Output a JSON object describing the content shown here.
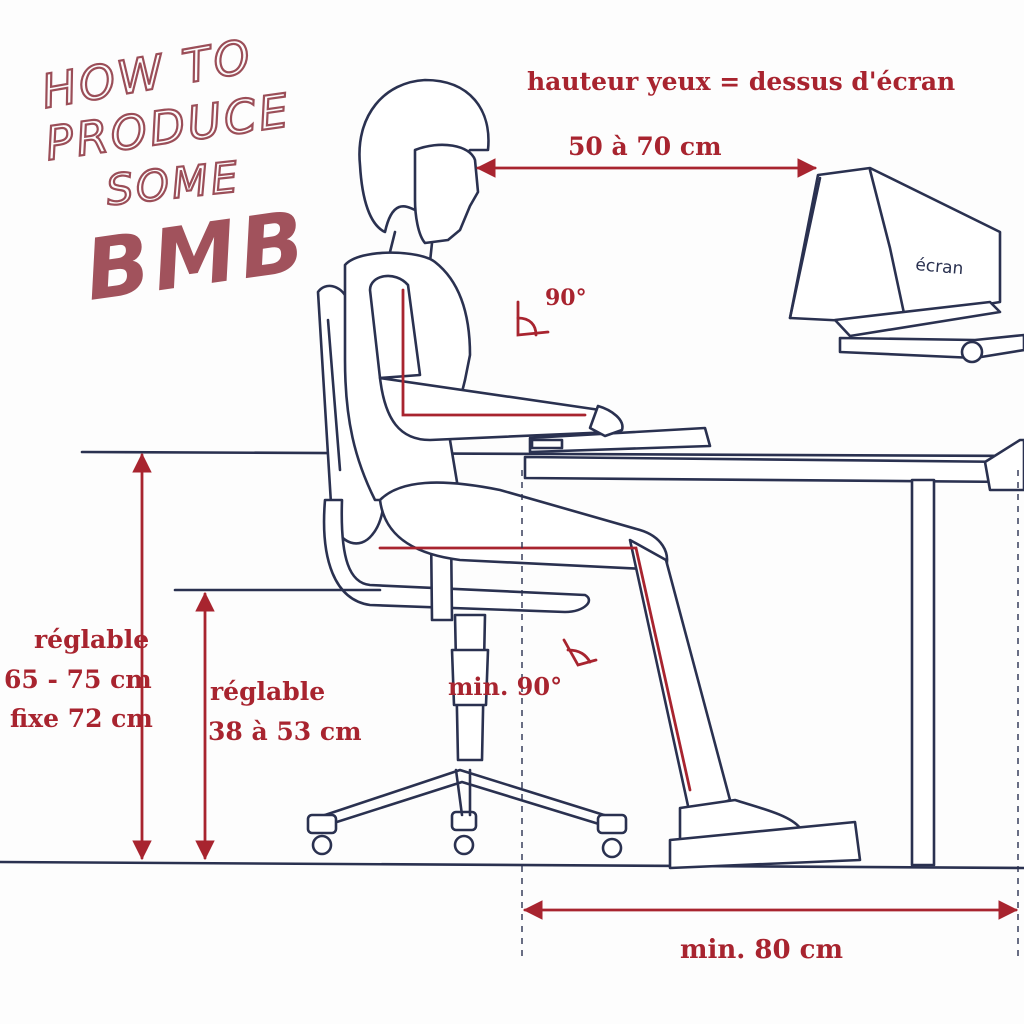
{
  "title_overlay": {
    "line1": "HOW TO",
    "line2": "PRODUCE",
    "line3": "SOME",
    "line4": "BMB"
  },
  "labels": {
    "eye_height": "hauteur yeux = dessus d'écran",
    "screen_distance": "50 à 70 cm",
    "screen_word": "écran",
    "arm_angle": "90°",
    "knee_angle": "min. 90°",
    "desk_height_line1": "réglable",
    "desk_height_line2": "65 - 75 cm",
    "desk_height_line3": "fixe 72 cm",
    "seat_height_line1": "réglable",
    "seat_height_line2": "38 à 53 cm",
    "leg_space": "min. 80 cm"
  },
  "colors": {
    "ink": "#2a3150",
    "annotation_red": "#a8242f",
    "handwriting": "#a1525c"
  }
}
